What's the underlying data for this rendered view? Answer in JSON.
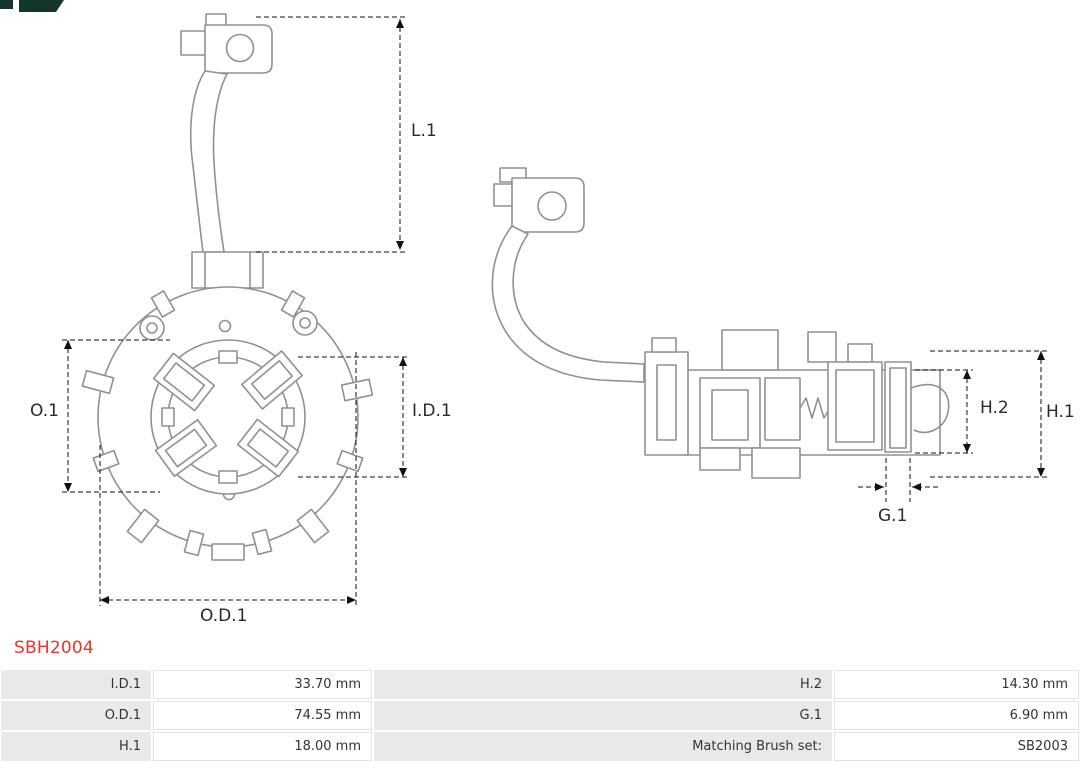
{
  "brand": {
    "logo_color": "#12352c"
  },
  "part": {
    "number": "SBH2004",
    "number_color": "#e8342b"
  },
  "diagram": {
    "front_view": {
      "labels": {
        "l1": "L.1",
        "o1": "O.1",
        "id1": "I.D.1",
        "od1": "O.D.1"
      }
    },
    "side_view": {
      "labels": {
        "h2": "H.2",
        "h1": "H.1",
        "g1": "G.1"
      }
    }
  },
  "spec_table": {
    "rows": [
      {
        "left_label": "I.D.1",
        "left_value": "33.70 mm",
        "right_label": "H.2",
        "right_value": "14.30 mm"
      },
      {
        "left_label": "O.D.1",
        "left_value": "74.55 mm",
        "right_label": "G.1",
        "right_value": "6.90 mm"
      },
      {
        "left_label": "H.1",
        "left_value": "18.00 mm",
        "right_label": "Matching Brush set:",
        "right_value": "SB2003"
      }
    ],
    "colors": {
      "label_bg": "#e9e9e9",
      "value_border": "#e2e2e2"
    }
  }
}
